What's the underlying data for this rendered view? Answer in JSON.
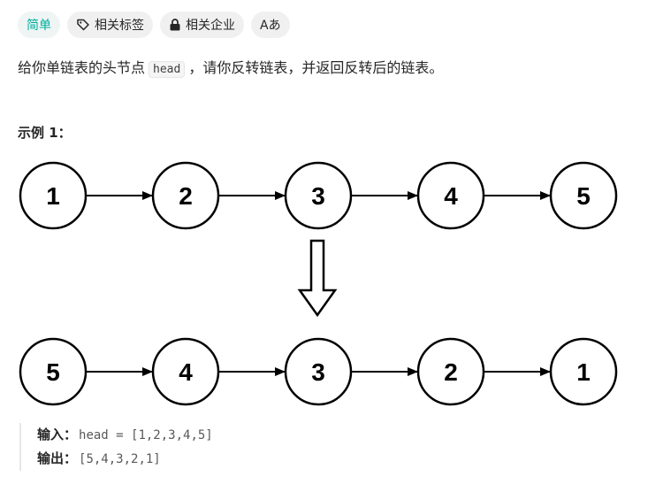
{
  "tags": {
    "difficulty": "简单",
    "related_tags": "相关标签",
    "related_companies": "相关企业",
    "font_toggle": "Aあ"
  },
  "description": {
    "before": "给你单链表的头节点",
    "code": "head",
    "after": "，请你反转链表，并返回反转后的链表。"
  },
  "example": {
    "title": "示例 1：",
    "input_label": "输入：",
    "input_value": "head = [1,2,3,4,5]",
    "output_label": "输出：",
    "output_value": "[5,4,3,2,1]"
  },
  "diagram": {
    "top_list": [
      "1",
      "2",
      "3",
      "4",
      "5"
    ],
    "bottom_list": [
      "5",
      "4",
      "3",
      "2",
      "1"
    ]
  },
  "colors": {
    "difficulty_easy": "#00af9b",
    "tag_bg": "#f0f0f0"
  },
  "icons": {
    "related_tags": "tag-icon",
    "related_companies": "lock-icon",
    "font_toggle": "translate-icon"
  }
}
